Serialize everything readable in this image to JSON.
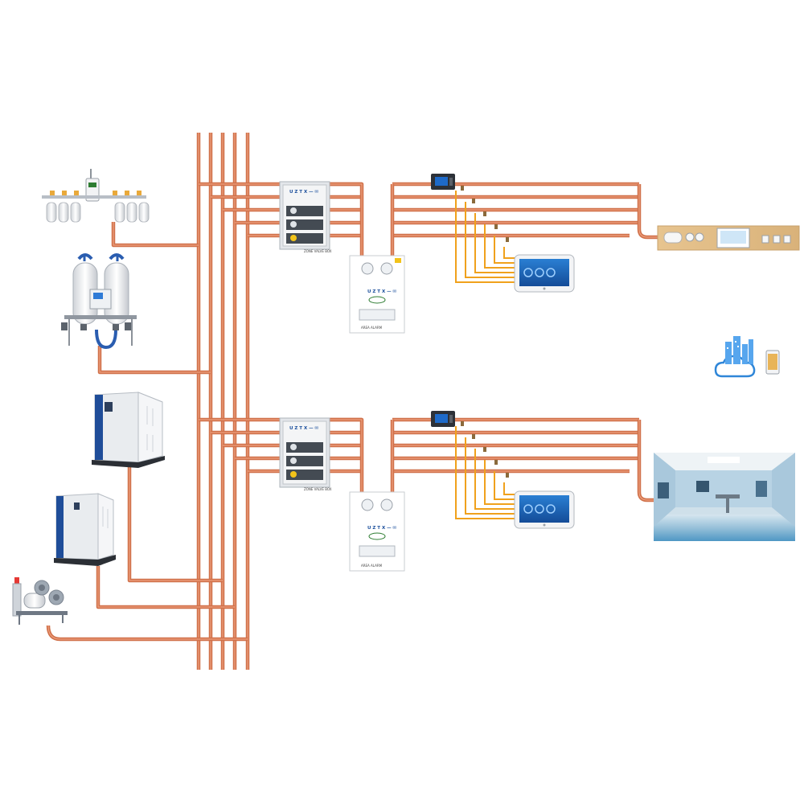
{
  "diagram": {
    "type": "medical-gas-pipeline-system",
    "colors": {
      "copper_pipe": "#d0714a",
      "copper_highlight": "#eea07f",
      "signal_line": "#f0a11c",
      "panel_blue": "#1d5fb0",
      "cloud_blue": "#2f86d8"
    },
    "sources": [
      {
        "name": "gas-cylinder-manifold",
        "icon": "cylinder-manifold-icon"
      },
      {
        "name": "psa-oxygen-generator",
        "icon": "oxygen-generator-icon"
      },
      {
        "name": "air-compressor-large",
        "icon": "compressor-icon"
      },
      {
        "name": "air-compressor-small",
        "icon": "compressor-icon"
      },
      {
        "name": "vacuum-pump-unit",
        "icon": "vacuum-pump-icon"
      }
    ],
    "floors": [
      {
        "panel_brand": "ᑌ Z T X — ✉",
        "zone_valve_caption": "ZONE VALVE BOX",
        "alarm_caption": "AREA ALARM",
        "terminal": "bed-head-unit",
        "terminal_screen": "● ● ●"
      },
      {
        "panel_brand": "ᑌ Z T X — ✉",
        "zone_valve_caption": "ZONE VALVE BOX",
        "alarm_caption": "AREA ALARM",
        "terminal": "operating-room"
      }
    ],
    "cloud": {
      "icon": "cloud-icon",
      "phone_icon": "smartphone-icon"
    }
  }
}
